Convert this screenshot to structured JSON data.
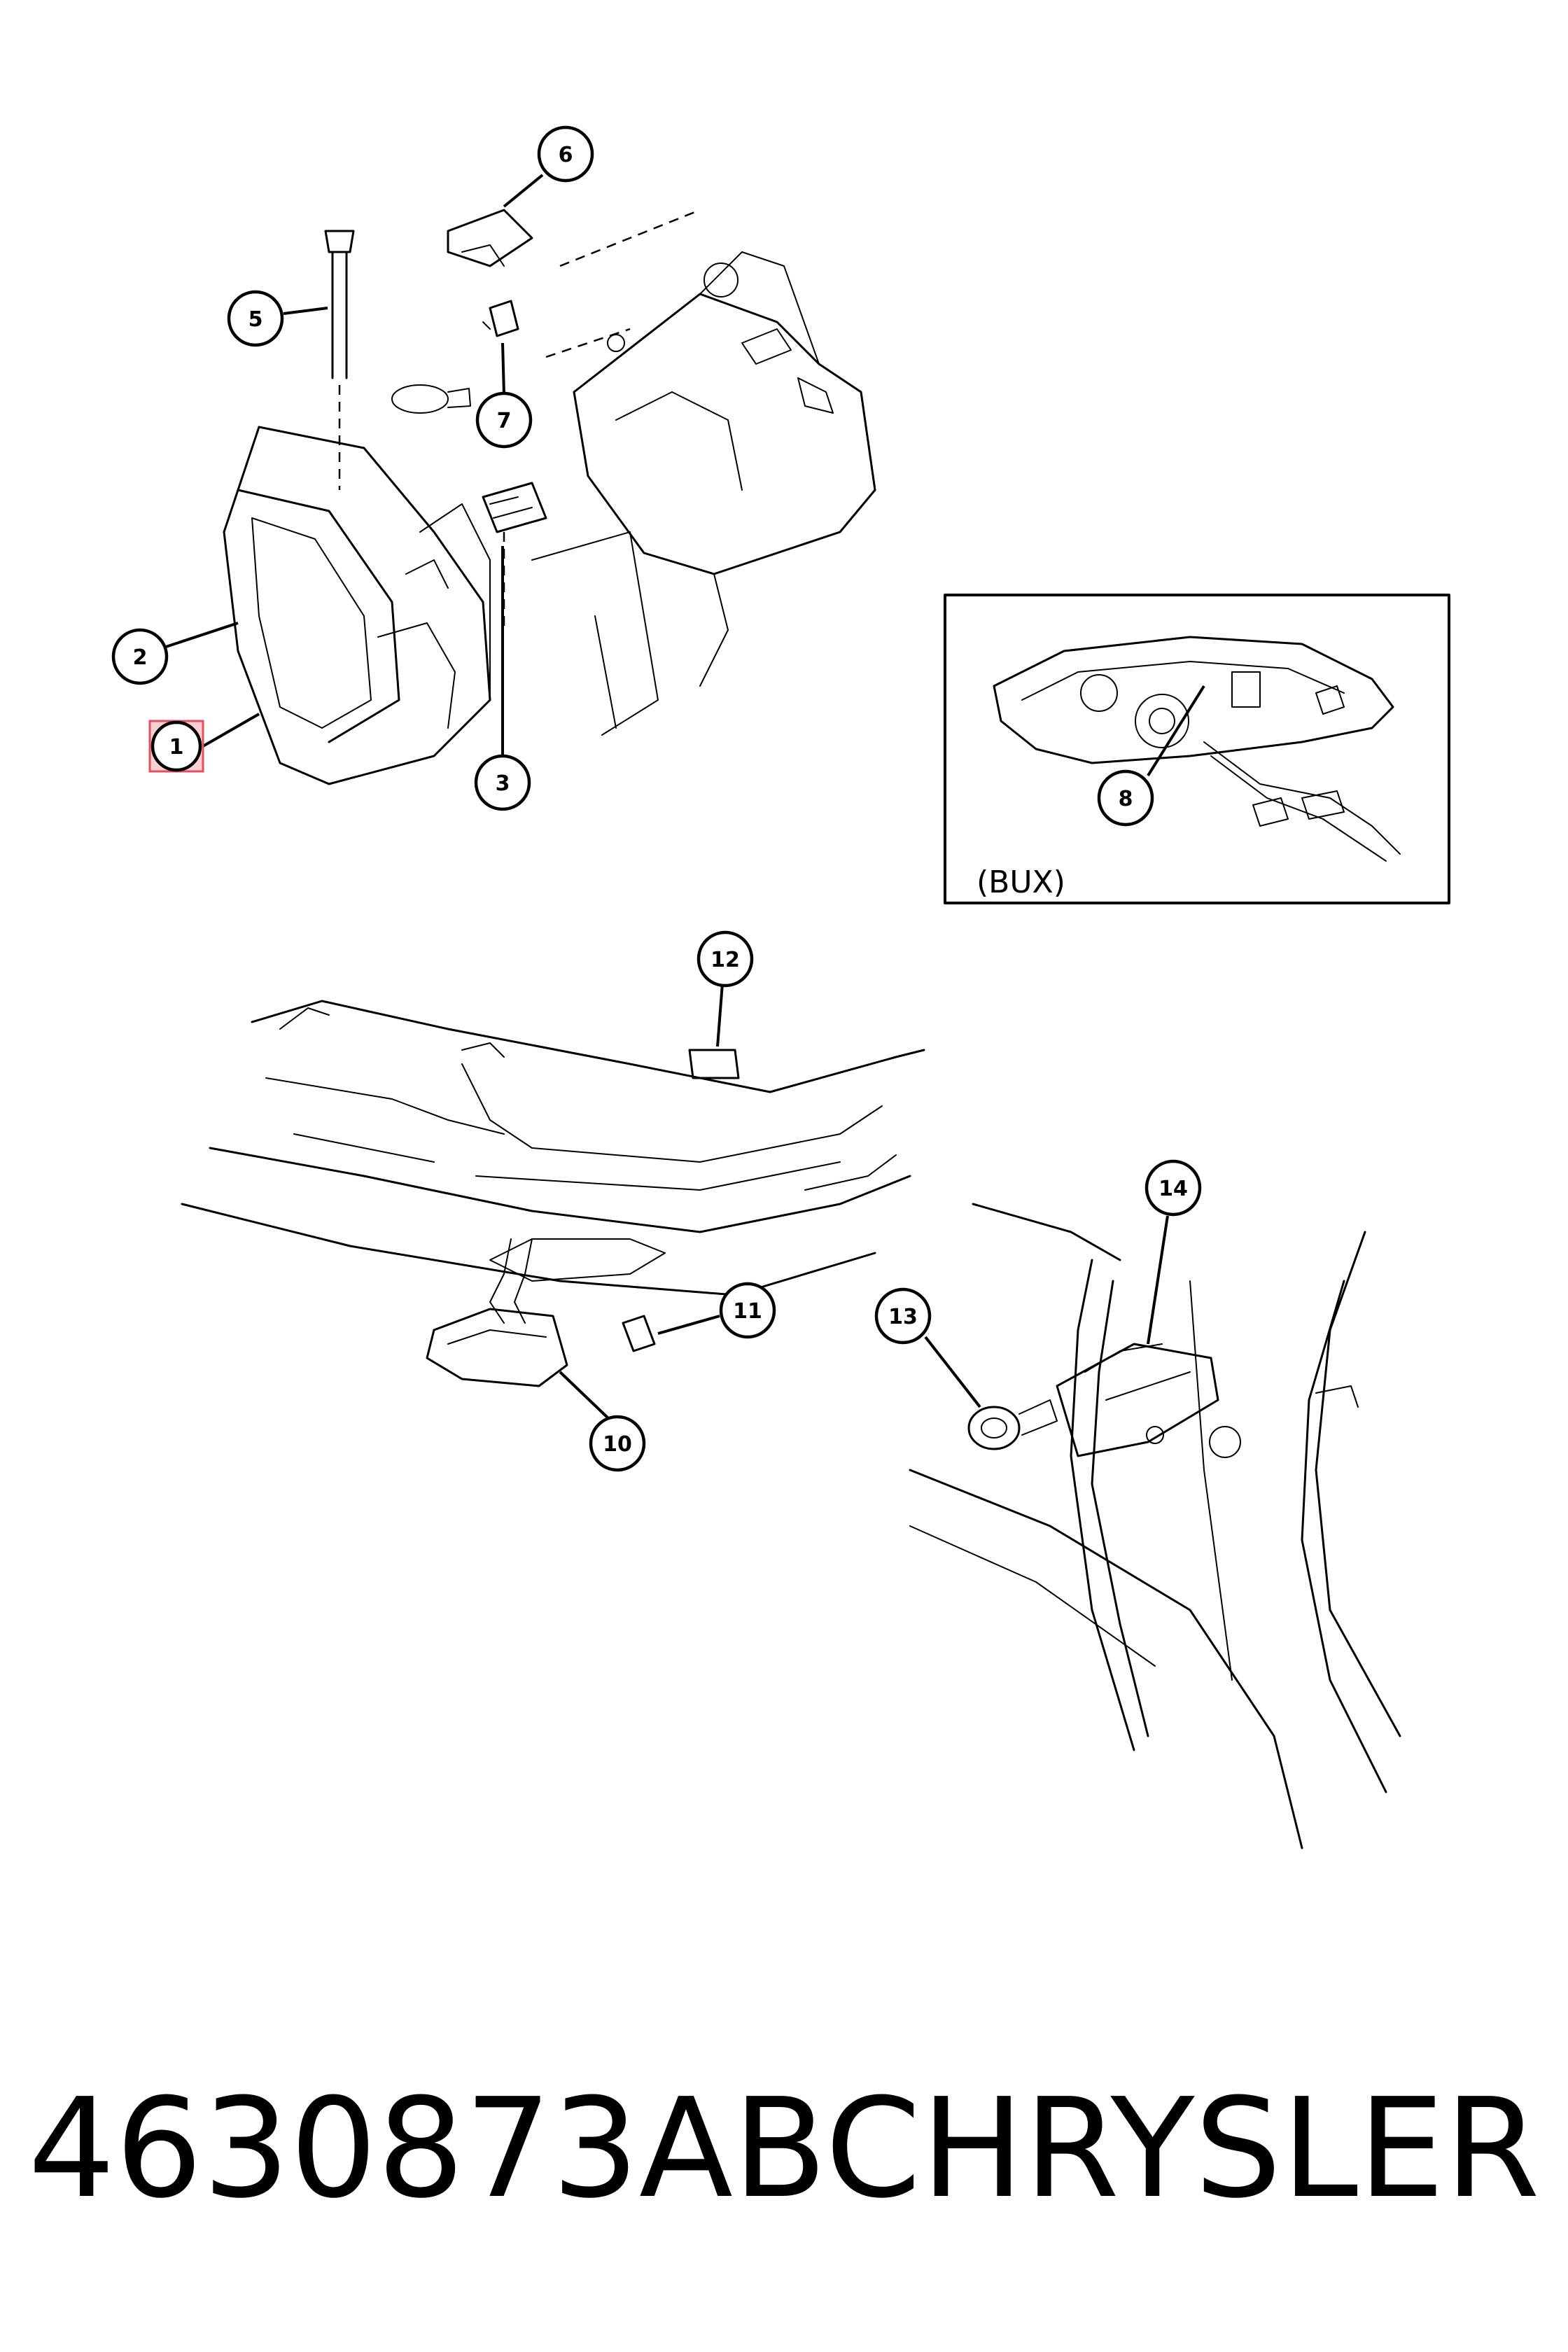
{
  "callouts": {
    "c1": "1",
    "c2": "2",
    "c3": "3",
    "c5": "5",
    "c6": "6",
    "c7": "7",
    "c8": "8",
    "c10": "10",
    "c11": "11",
    "c12": "12",
    "c13": "13",
    "c14": "14"
  },
  "highlighted_callout": "1",
  "inset": {
    "label": "(BUX)"
  },
  "footer": {
    "part_number": "4630873AB",
    "brand": "CHRYSLER"
  }
}
